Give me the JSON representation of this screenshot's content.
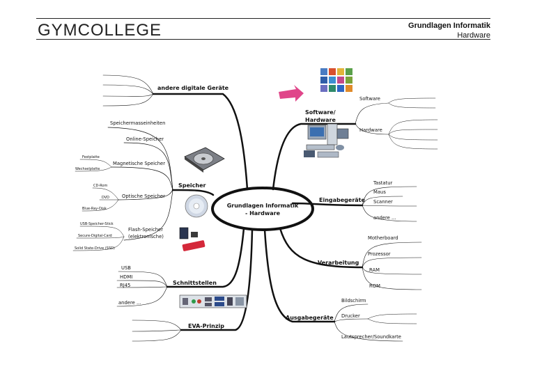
{
  "header": {
    "logo_text": "GYMCOLLEGE",
    "title": "Grundlagen Informatik",
    "subtitle": "Hardware"
  },
  "center": {
    "line1": "Grundlagen Informatik",
    "line2": "- Hardware"
  },
  "branches": {
    "digital": {
      "label": "andere digitale Geräte"
    },
    "speicher": {
      "label": "Speicher",
      "items": {
        "einheiten": "Speichermasseinheiten",
        "online": "Online-Speicher",
        "magnetisch": "Magnetische Speicher",
        "optisch": "Optische Speicher",
        "flash1": "Flash-Speicher",
        "flash2": "(elektronische)"
      },
      "sub": {
        "festplatte": "Festplatte",
        "wechselplatte": "Wechselplatte",
        "cdrom": "CD-Rom",
        "dvd": "DVD",
        "bluray": "Blue-Ray-Disk",
        "usb": "USB-Speicher-Stick",
        "sd": "Secure-Digital-Card",
        "ssd": "Solid State-Drive (SSD)"
      }
    },
    "schnittstellen": {
      "label": "Schnittstellen",
      "items": [
        "USB",
        "HDMI",
        "RJ45",
        "andere ..."
      ]
    },
    "eva": {
      "label": "EVA-Prinzip"
    },
    "software": {
      "label1": "Software/",
      "label2": "Hardware",
      "items": [
        "Software",
        "Hardware"
      ]
    },
    "eingabe": {
      "label": "Eingabegeräte",
      "items": [
        "Tastatur",
        "Maus",
        "Scanner",
        "andere ..."
      ]
    },
    "verarbeitung": {
      "label": "Verarbeitung",
      "items": [
        "Motherboard",
        "Prozessor",
        "RAM",
        "ROM"
      ]
    },
    "ausgabe": {
      "label": "Ausgabegeräte",
      "items": [
        "Bildschirm",
        "Drucker",
        "Lautsprecher/Soundkarte"
      ]
    }
  },
  "colors": {
    "ink": "#111111",
    "arrow": "#e0468a",
    "usb_stick": "#d4283a"
  }
}
